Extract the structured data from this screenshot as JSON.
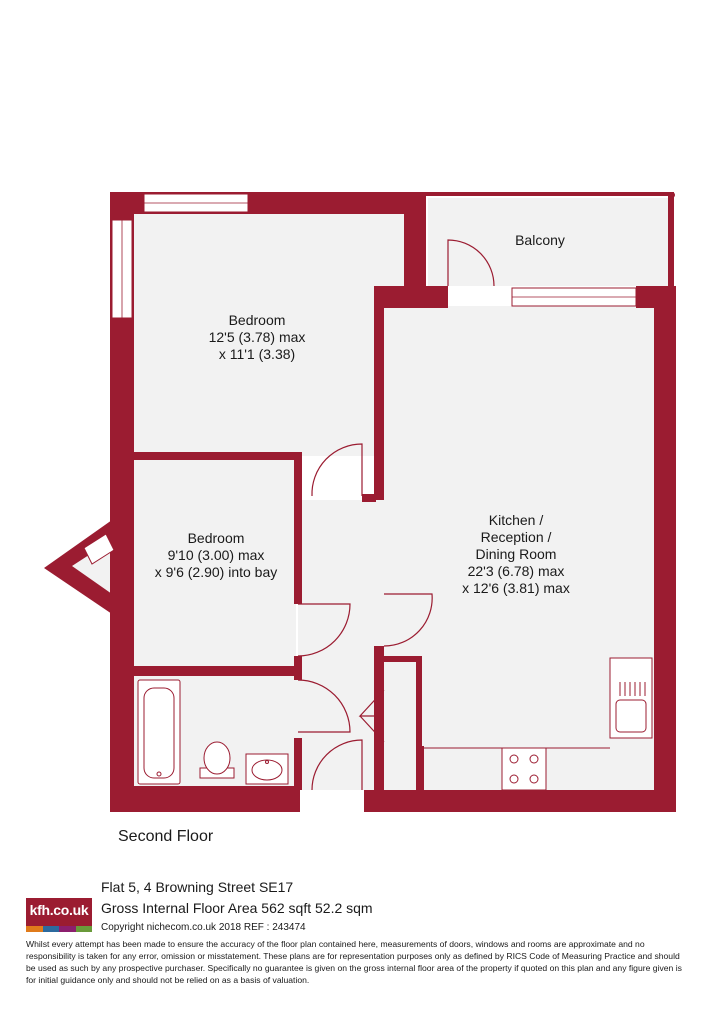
{
  "rooms": {
    "bedroom1": {
      "name": "Bedroom",
      "dim1": "12'5 (3.78) max",
      "dim2": "x 11'1 (3.38)"
    },
    "bedroom2": {
      "name": "Bedroom",
      "dim1": "9'10 (3.00) max",
      "dim2": "x 9'6 (2.90) into bay"
    },
    "kitchen": {
      "line1": "Kitchen /",
      "line2": "Reception /",
      "line3": "Dining Room",
      "dim1": "22'3 (6.78) max",
      "dim2": "x 12'6 (3.81) max"
    },
    "balcony": {
      "name": "Balcony"
    }
  },
  "floor_label": "Second Floor",
  "branding": {
    "logo_text": "kfh.co.uk",
    "logo_color": "#9b1c31",
    "strip_colors": [
      "#e07b1b",
      "#2c6a9e",
      "#8c1f6e",
      "#6a9a3a"
    ]
  },
  "property": {
    "address": "Flat 5, 4 Browning Street  SE17",
    "area": "Gross Internal Floor Area 562 sqft 52.2 sqm",
    "copyright": "Copyright nichecom.co.uk 2018 REF : 243474"
  },
  "disclaimer": "Whilst every attempt has been made to ensure the accuracy of the floor plan contained here, measurements of doors, windows and rooms are approximate and no responsibility is taken for any error, omission or misstatement. These plans are for representation purposes only as defined by RICS Code of Measuring Practice and should be used as such by any prospective purchaser. Specifically no guarantee is given on the gross internal floor area of the property if quoted on this plan and any figure given is for initial guidance only and should not be relied on as a basis of valuation.",
  "colors": {
    "wall": "#9b1c31",
    "floor": "#f2f2f2",
    "window": "#ffffff"
  }
}
